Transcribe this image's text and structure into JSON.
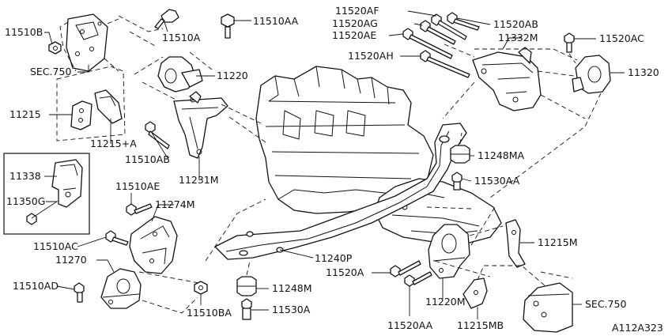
{
  "diagram_code": "A112A323",
  "labels": {
    "l11510B": "11510B",
    "l11510A": "11510A",
    "l11510AA_top": "11510AA",
    "lSEC750_top": "SEC.750",
    "l11220": "11220",
    "l11215": "11215",
    "l11215A": "11215+A",
    "l11510AB": "11510AB",
    "l11231M": "11231M",
    "l11338": "11338",
    "l11350G": "11350G",
    "l11510AE": "11510AE",
    "l11274M": "11274M",
    "l11510AC": "11510AC",
    "l11270": "11270",
    "l11510AD": "11510AD",
    "l11510BA": "11510BA",
    "l11248M_bot": "11248M",
    "l11530A": "11530A",
    "l11240P": "11240P",
    "l11520A": "11520A",
    "l11520AA": "11520AA",
    "l11220M": "11220M",
    "l11215MB": "11215MB",
    "lSEC750_bot": "SEC.750",
    "l11215M": "11215M",
    "l11530AA": "11530AA",
    "l11248MA": "11248MA",
    "l11320": "11320",
    "l11520AC": "11520AC",
    "l11332M": "11332M",
    "l11520AF": "11520AF",
    "l11520AG": "11520AG",
    "l11520AE": "11520AE",
    "l11520AB": "11520AB",
    "l11520AH": "11520AH"
  }
}
